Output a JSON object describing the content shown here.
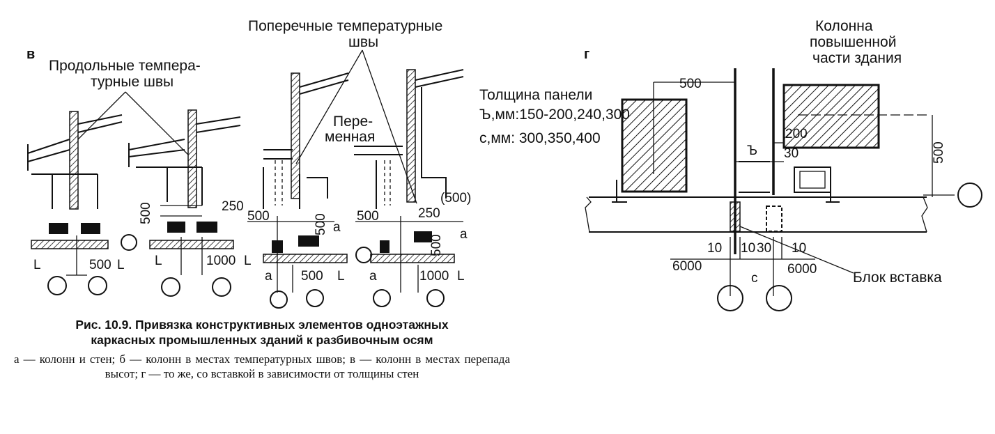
{
  "panel_c": {
    "letter": "в",
    "label_longitudinal_1": "Продольные темпера-",
    "label_longitudinal_2": "турные швы",
    "label_transverse_1": "Поперечные температурные",
    "label_transverse_2": "швы",
    "label_variable_1": "Пере-",
    "label_variable_2": "менная",
    "dims": {
      "d500_a": "500",
      "d250_a": "250",
      "d500_b": "500",
      "d500_c": "500",
      "dA_1": "а",
      "d500_d": "500",
      "d250_b": "250",
      "d500_paren": "(500)",
      "d500_e": "500",
      "dA_2": "а",
      "d500_f": "500",
      "dA_3": "а",
      "d1000_b": "1000",
      "dA_4": "а",
      "L1": "L",
      "L500": "500",
      "L2": "L",
      "L3": "L",
      "L1000": "1000",
      "L4": "L",
      "L5": "L",
      "L6": "L"
    }
  },
  "panel_d": {
    "letter": "г",
    "thickness_title": "Толщина панели",
    "thickness_b": "Ъ,мм:150-200,240,300",
    "thickness_c": "с,мм: 300,350,400",
    "column_label_1": "Колонна",
    "column_label_2": "повышенной",
    "column_label_3": "части здания",
    "dims": {
      "d500_top": "500",
      "d200": "200",
      "d30_a": "30",
      "dB": "Ъ",
      "d500_vert": "500",
      "d10_a": "10",
      "d10_b": "10",
      "d30_b": "30",
      "d10_c": "10",
      "d6000_a": "6000",
      "d6000_b": "6000",
      "dC": "с"
    },
    "block_label": "Блок вставка"
  },
  "caption": {
    "title_1": "Рис. 10.9. Привязка конструктивных элементов одноэтажных",
    "title_2": "каркасных промышленных зданий к разбивочным осям",
    "body": "а — колонн и стен; б — колонн в местах температурных швов; в — колонн в местах перепада высот; г — то же, со вставкой в зависимости от толщины стен"
  },
  "icons": [
    "axis-circle-icon",
    "hatch-pattern-icon"
  ]
}
